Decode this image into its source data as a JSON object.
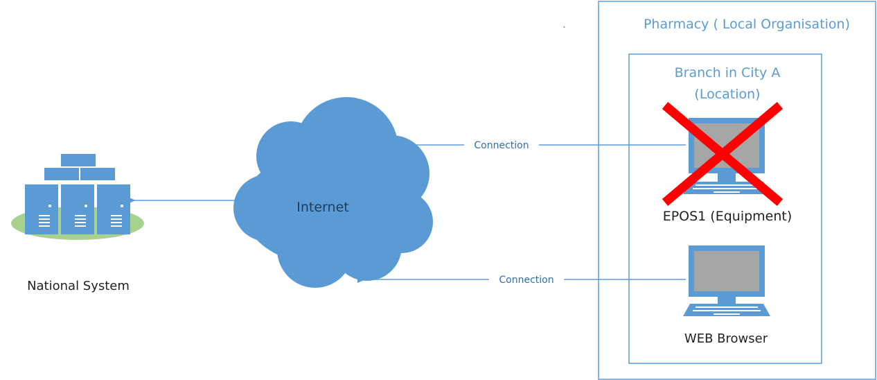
{
  "colors": {
    "accent": "#5b9bd5",
    "cloud": "#5b9bd5",
    "server": "#5b9bd5",
    "server_base": "#a9d18e",
    "monitor_frame": "#5b9bd5",
    "monitor_screen": "#a6a6a6",
    "cross": "#ff0000",
    "arrow": "#5b9bd5"
  },
  "decorative_dot": ".",
  "labels": {
    "national_system": "National System",
    "internet": "Internet",
    "pharmacy": "Pharmacy ( Local Organisation)",
    "branch_line1": "Branch in City A",
    "branch_line2": "(Location)",
    "epos": "EPOS1 (Equipment)",
    "web_browser": "WEB Browser"
  },
  "connections": [
    {
      "label": "Connection",
      "from": "EPOS1 (Equipment)",
      "to": "Internet",
      "crossed_out_source": true
    },
    {
      "label": "Connection",
      "from": "WEB Browser",
      "to": "Internet",
      "crossed_out_source": false
    }
  ],
  "icons": {
    "national_system": "server-cluster-icon",
    "internet": "cloud-icon",
    "epos": "computer-icon",
    "web_browser": "computer-icon",
    "crossed": "red-x-icon"
  }
}
